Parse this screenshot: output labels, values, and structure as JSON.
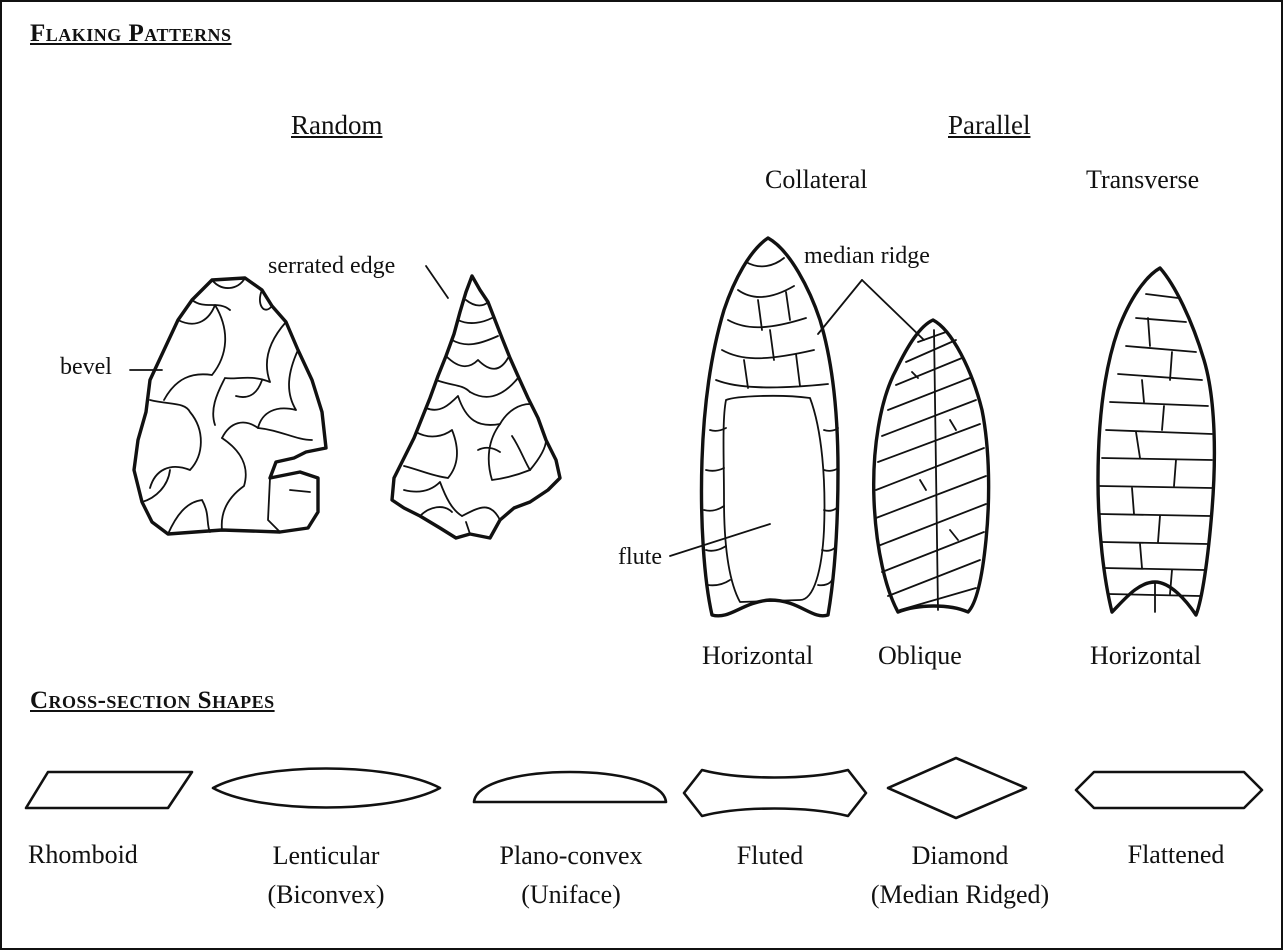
{
  "headings": {
    "flaking_patterns": "Flaking Patterns",
    "cross_section_shapes": "Cross-section Shapes"
  },
  "groups": {
    "random": "Random",
    "parallel": "Parallel",
    "collateral": "Collateral",
    "transverse": "Transverse"
  },
  "annotations": {
    "serrated_edge": "serrated edge",
    "bevel": "bevel",
    "median_ridge": "median ridge",
    "flute": "flute"
  },
  "point_labels": {
    "horizontal_collateral": "Horizontal",
    "oblique": "Oblique",
    "horizontal_transverse": "Horizontal"
  },
  "cross_sections": [
    {
      "name": "Rhomboid",
      "sub": ""
    },
    {
      "name": "Lenticular",
      "sub": "(Biconvex)"
    },
    {
      "name": "Plano-convex",
      "sub": "(Uniface)"
    },
    {
      "name": "Fluted",
      "sub": ""
    },
    {
      "name": "Diamond",
      "sub": "(Median Ridged)"
    },
    {
      "name": "Flattened",
      "sub": ""
    }
  ]
}
